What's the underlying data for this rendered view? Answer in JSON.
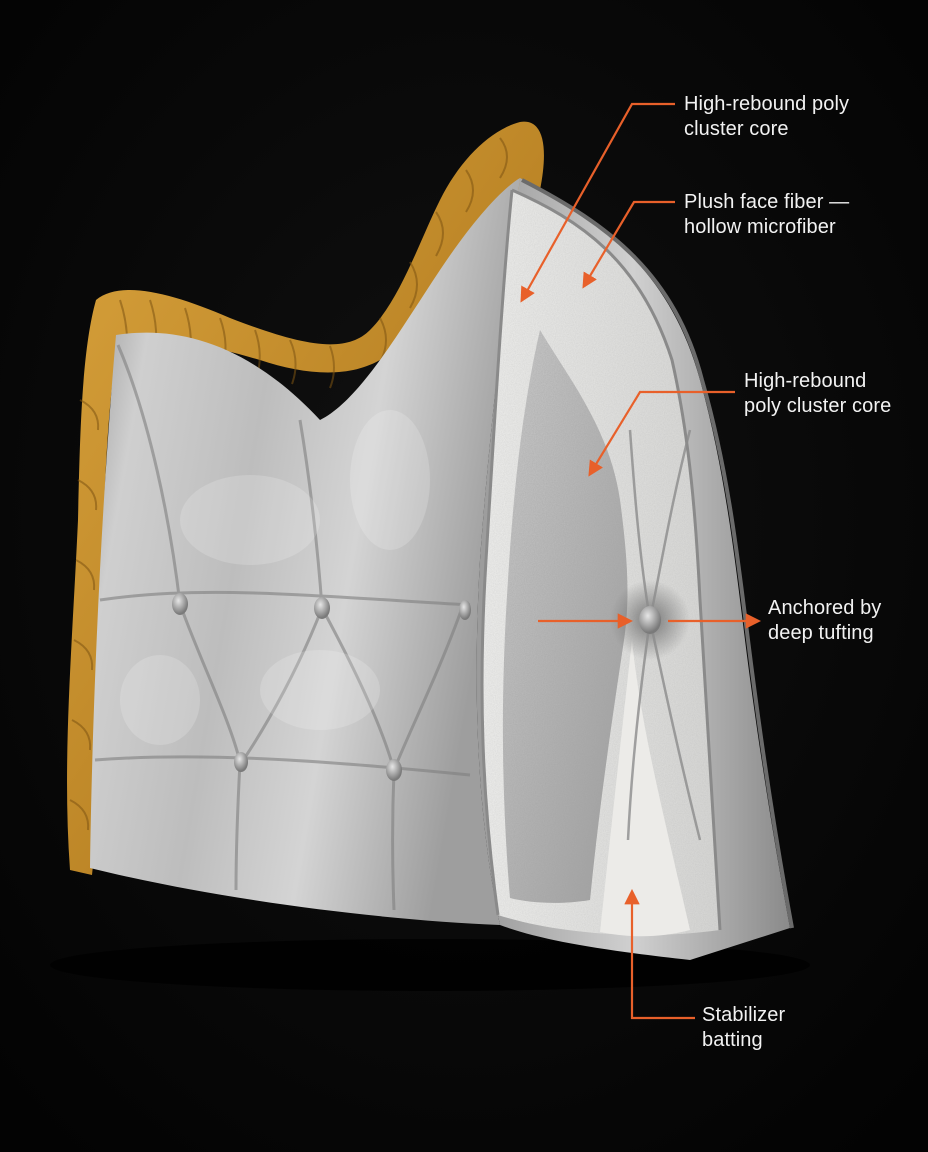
{
  "colors": {
    "background": "#050505",
    "accent": "#e8602a",
    "ruffle": "#c8922e",
    "velvet": "#c9c9c9",
    "fiber": "#e4e4e2",
    "label_text": "#f2f2f2"
  },
  "callouts": [
    {
      "id": "cluster-core-top",
      "lines": [
        "High-rebound poly",
        "cluster core"
      ]
    },
    {
      "id": "face-fiber",
      "lines": [
        "Plush face fiber —",
        "hollow microfiber"
      ]
    },
    {
      "id": "cluster-core-mid",
      "lines": [
        "High-rebound",
        "poly cluster core"
      ]
    },
    {
      "id": "tufting",
      "lines": [
        "Anchored by",
        "deep tufting"
      ]
    },
    {
      "id": "stabilizer",
      "lines": [
        "Stabilizer",
        "batting"
      ]
    }
  ]
}
